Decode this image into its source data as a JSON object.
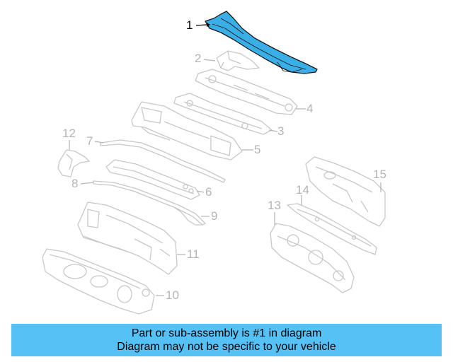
{
  "diagram": {
    "callouts": [
      {
        "id": "1",
        "label": "1",
        "active": true
      },
      {
        "id": "2",
        "label": "2",
        "active": false
      },
      {
        "id": "3",
        "label": "3",
        "active": false
      },
      {
        "id": "4",
        "label": "4",
        "active": false
      },
      {
        "id": "5",
        "label": "5",
        "active": false
      },
      {
        "id": "6",
        "label": "6",
        "active": false
      },
      {
        "id": "7",
        "label": "7",
        "active": false
      },
      {
        "id": "8",
        "label": "8",
        "active": false
      },
      {
        "id": "9",
        "label": "9",
        "active": false
      },
      {
        "id": "10",
        "label": "10",
        "active": false
      },
      {
        "id": "11",
        "label": "11",
        "active": false
      },
      {
        "id": "12",
        "label": "12",
        "active": false
      },
      {
        "id": "13",
        "label": "13",
        "active": false
      },
      {
        "id": "14",
        "label": "14",
        "active": false
      },
      {
        "id": "15",
        "label": "15",
        "active": false
      }
    ],
    "colors": {
      "highlight_fill": "#3aaee6",
      "outline": "#c8c8c8",
      "callout_inactive": "#b4b4b4",
      "callout_active": "#000000",
      "banner": "#56c1f5"
    }
  },
  "banner": {
    "line1": "Part or sub-assembly is #1 in diagram",
    "line2": "Diagram may not be specific to your vehicle"
  }
}
